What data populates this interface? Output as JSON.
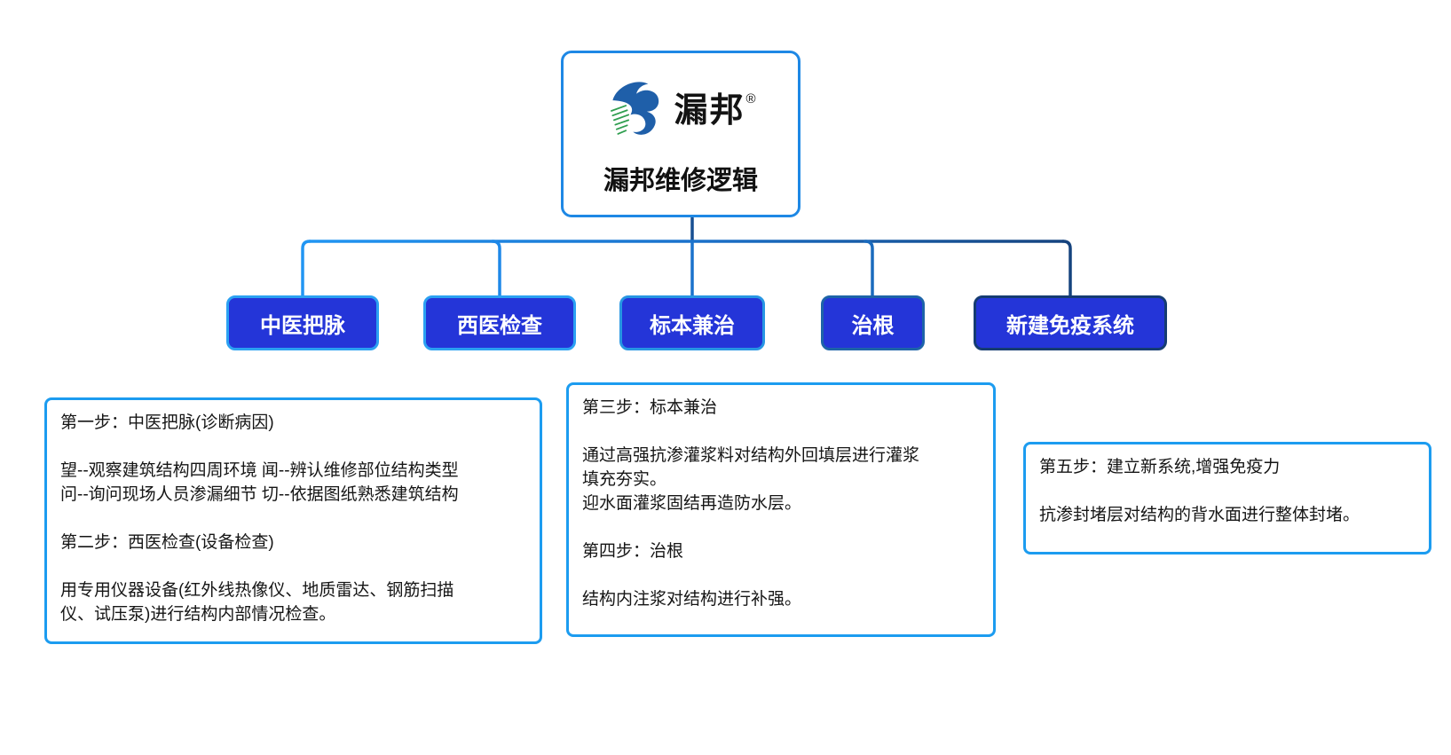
{
  "root_node": {
    "logo_text": "漏邦",
    "registered_mark": "®",
    "title": "漏邦维修逻辑"
  },
  "branch_nodes": [
    {
      "label": "中医把脉",
      "line_color": "#2196f3",
      "border_color": "#2ba1f2",
      "fill": "#2435d8"
    },
    {
      "label": "西医检查",
      "line_color": "#1e88e8",
      "border_color": "#2ba1f2",
      "fill": "#2435d8"
    },
    {
      "label": "标本兼治",
      "line_color": "#1a72cc",
      "border_color": "#2796e3",
      "fill": "#2435d8"
    },
    {
      "label": "治根",
      "line_color": "#1a6abd",
      "border_color": "#1d64a8",
      "fill": "#2435d8"
    },
    {
      "label": "新建免疫系统",
      "line_color": "#15437e",
      "border_color": "#153c72",
      "fill": "#2435d8"
    }
  ],
  "connectors": {
    "stem_color": "#174f92",
    "bus_gradient": [
      "#2196f3",
      "#1a72cc",
      "#15437e"
    ]
  },
  "colors": {
    "node_text": "#ffffff",
    "note_border": "#1c9cf0",
    "root_border": "#1e88e5",
    "logo_blue": "#1f5fa9",
    "logo_green": "#2f9e4f"
  },
  "notes": [
    {
      "lines": [
        "第一步：中医把脉(诊断病因)",
        "",
        "望--观察建筑结构四周环境 闻--辨认维修部位结构类型",
        "问--询问现场人员渗漏细节 切--依据图纸熟悉建筑结构",
        "",
        "第二步：西医检查(设备检查)",
        "",
        "用专用仪器设备(红外线热像仪、地质雷达、钢筋扫描",
        "仪、试压泵)进行结构内部情况检查。"
      ]
    },
    {
      "lines": [
        "第三步：标本兼治",
        "",
        "通过高强抗渗灌浆料对结构外回填层进行灌浆",
        "填充夯实。",
        "迎水面灌浆固结再造防水层。",
        "",
        "第四步：治根",
        "",
        "结构内注浆对结构进行补强。"
      ]
    },
    {
      "lines": [
        "第五步：建立新系统,增强免疫力",
        "",
        "抗渗封堵层对结构的背水面进行整体封堵。"
      ]
    }
  ]
}
